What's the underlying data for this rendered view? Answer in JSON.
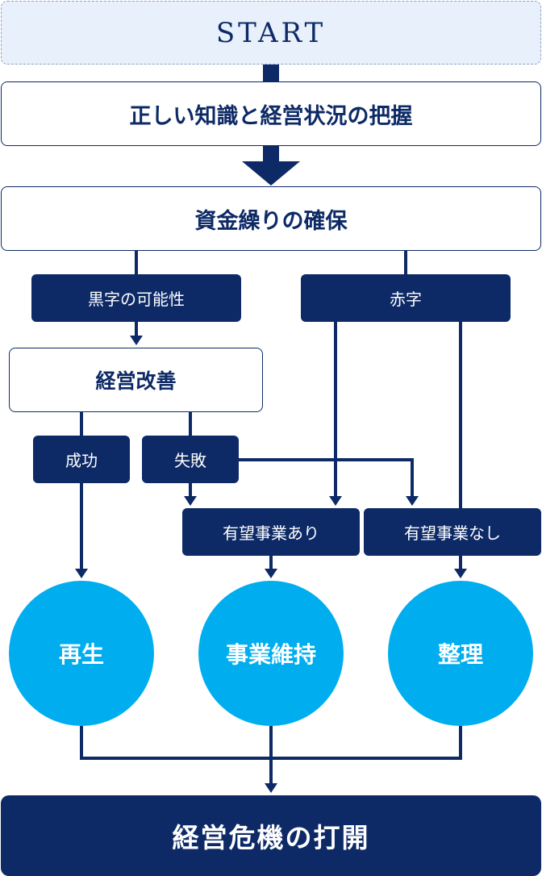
{
  "start": {
    "label": "START"
  },
  "steps": {
    "knowledge": "正しい知識と経営状況の把握",
    "funding": "資金繰りの確保",
    "improvement": "経営改善"
  },
  "branches": {
    "profit_possible": "黒字の可能性",
    "deficit": "赤字",
    "success": "成功",
    "failure": "失敗",
    "promising_yes": "有望事業あり",
    "promising_no": "有望事業なし"
  },
  "outcomes": {
    "revival": "再生",
    "business_keep": "事業維持",
    "liquidation": "整理"
  },
  "final": {
    "label": "経営危機の打開"
  },
  "colors": {
    "navy": "#0d2a66",
    "cyan": "#00aeef",
    "start_bg": "#e8f0fb"
  }
}
